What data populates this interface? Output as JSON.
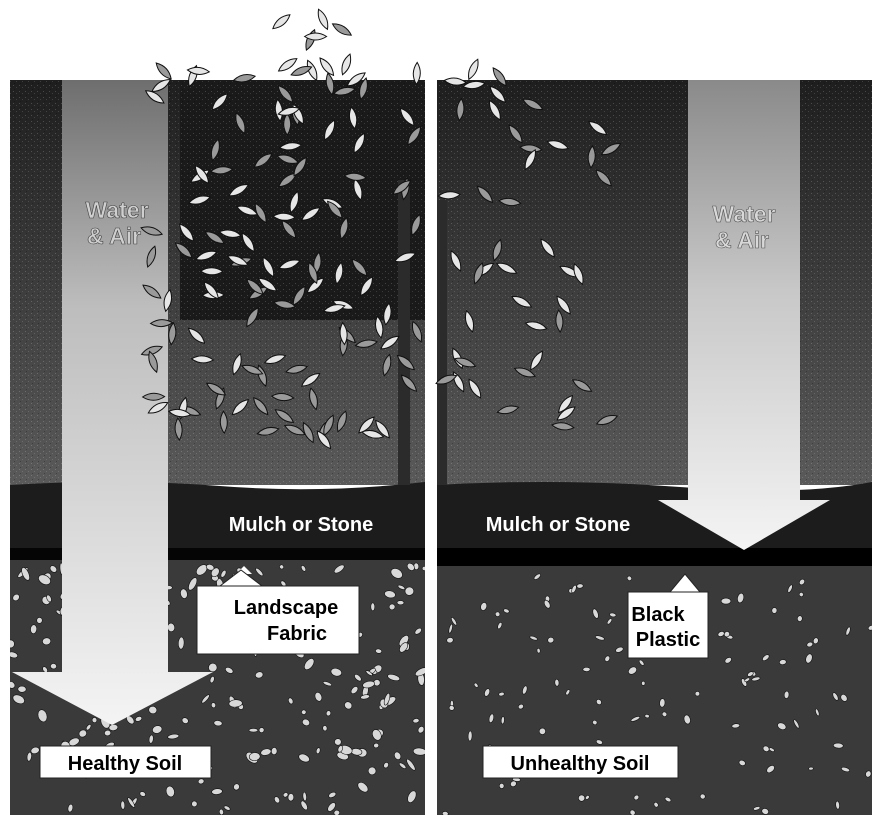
{
  "left_panel": {
    "arrow_label_line1": "Water",
    "arrow_label_line2": "& Air",
    "mulch_label": "Mulch or Stone",
    "fabric_label_line1": "Landscape",
    "fabric_label_line2": "Fabric",
    "soil_label": "Healthy Soil"
  },
  "right_panel": {
    "arrow_label_line1": "Water",
    "arrow_label_line2": "& Air",
    "mulch_label": "Mulch or Stone",
    "plastic_label_line1": "Black",
    "plastic_label_line2": "Plastic",
    "soil_label": "Unhealthy Soil"
  },
  "colors": {
    "sky_dark": "#2a2a2a",
    "sky_mid": "#4a4a4a",
    "mulch": "#1c1c1c",
    "barrier": "#050505",
    "soil": "#3a3a3a",
    "pebble": "#d8d8d8",
    "arrow_light": "#f2f2f2",
    "arrow_mid": "#8a8a8a",
    "label_bg": "#ffffff",
    "label_text": "#000000"
  }
}
